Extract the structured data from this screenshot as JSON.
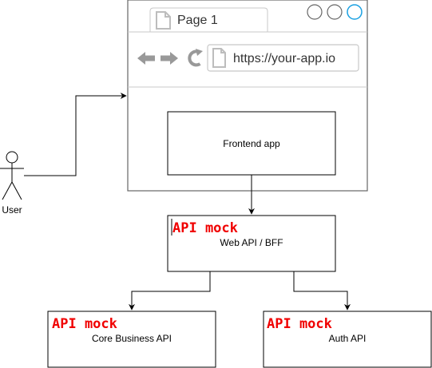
{
  "browser": {
    "tab_title": "Page 1",
    "url": "https://your-app.io",
    "accent": "#1ba1e2"
  },
  "nodes": {
    "user": "User",
    "frontend": "Frontend app",
    "web_api": {
      "tag": "API mock",
      "label": "Web API / BFF"
    },
    "core_api": {
      "tag": "API mock",
      "label": "Core Business API"
    },
    "auth_api": {
      "tag": "API mock",
      "label": "Auth API"
    }
  },
  "colors": {
    "mock_tag": "#f00000",
    "line": "#000000",
    "browser_frame": "#666666",
    "nav_icons": "#999999"
  }
}
